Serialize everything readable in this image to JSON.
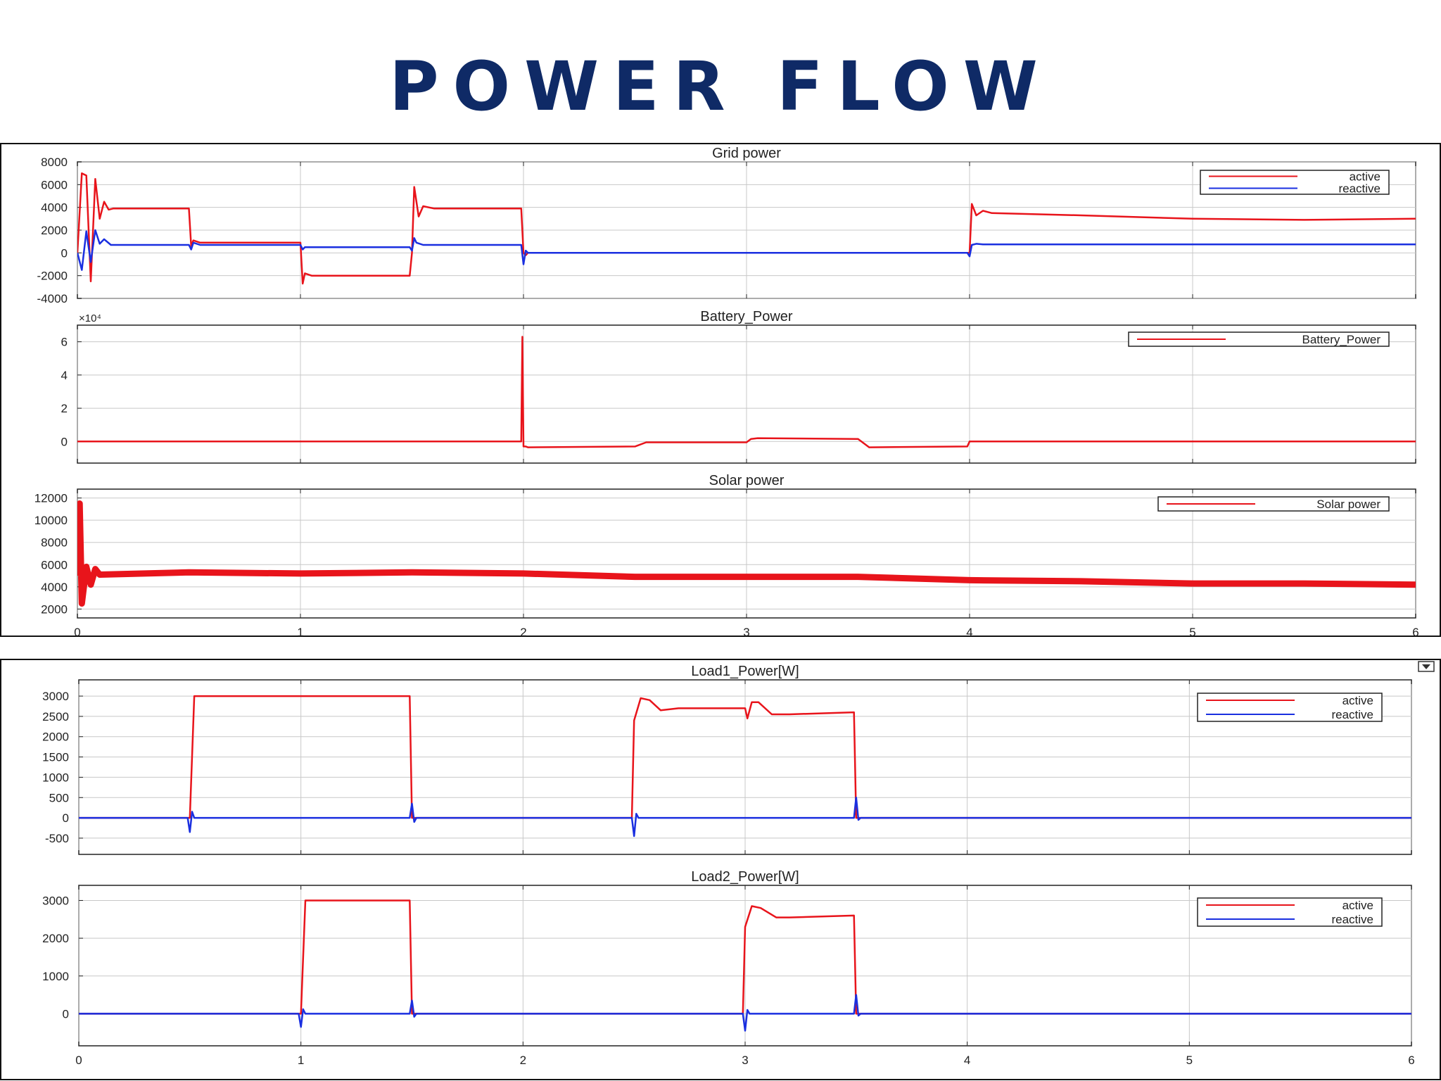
{
  "slide": {
    "title": "POWER FLOW"
  },
  "colors": {
    "active": "#e8141b",
    "reactive": "#1a2fe0",
    "title": "#0f2a66"
  },
  "chart_data": [
    {
      "type": "line",
      "title": "Grid power",
      "xlim": [
        0,
        6
      ],
      "ylim": [
        -4000,
        8000
      ],
      "yticks": [
        -4000,
        -2000,
        0,
        2000,
        4000,
        6000,
        8000
      ],
      "ytick_labels": [
        "-4000",
        "-2000",
        "0",
        "2000",
        "4000",
        "6000",
        "8000"
      ],
      "xticks": [
        0,
        1,
        2,
        3,
        4,
        5,
        6
      ],
      "grid": true,
      "legend": "top-right",
      "series": [
        {
          "name": "active",
          "color": "#e8141b",
          "x": [
            0,
            0.02,
            0.04,
            0.06,
            0.08,
            0.1,
            0.12,
            0.14,
            0.16,
            0.5,
            0.51,
            0.52,
            0.55,
            1.0,
            1.01,
            1.02,
            1.05,
            1.49,
            1.5,
            1.51,
            1.53,
            1.55,
            1.6,
            1.99,
            2.0,
            2.01,
            2.02,
            3.99,
            4.0,
            4.01,
            4.03,
            4.06,
            4.1,
            4.5,
            5.0,
            5.5,
            6.0
          ],
          "y": [
            0,
            7000,
            6800,
            -2500,
            6500,
            3000,
            4500,
            3800,
            3900,
            3900,
            600,
            1100,
            900,
            900,
            -2700,
            -1800,
            -2000,
            -2000,
            0,
            5800,
            3200,
            4100,
            3900,
            3900,
            0,
            -200,
            0,
            0,
            0,
            4300,
            3300,
            3700,
            3500,
            3300,
            3000,
            2900,
            3000
          ]
        },
        {
          "name": "reactive",
          "color": "#1a2fe0",
          "x": [
            0,
            0.02,
            0.04,
            0.06,
            0.08,
            0.1,
            0.12,
            0.15,
            0.5,
            0.51,
            0.52,
            0.55,
            1.0,
            1.01,
            1.02,
            1.05,
            1.49,
            1.5,
            1.51,
            1.52,
            1.55,
            1.99,
            2.0,
            2.01,
            2.02,
            3.99,
            4.0,
            4.01,
            4.03,
            4.06,
            6.0
          ],
          "y": [
            0,
            -1500,
            1900,
            -800,
            2000,
            800,
            1200,
            700,
            700,
            300,
            900,
            700,
            700,
            300,
            500,
            500,
            500,
            200,
            1300,
            900,
            700,
            700,
            -1000,
            200,
            0,
            0,
            -300,
            700,
            800,
            750,
            750
          ]
        }
      ]
    },
    {
      "type": "line",
      "title": "Battery_Power",
      "exponent_label": "×10⁴",
      "xlim": [
        0,
        6
      ],
      "ylim": [
        -1.3,
        7
      ],
      "yticks": [
        0,
        2,
        4,
        6
      ],
      "ytick_labels": [
        "0",
        "2",
        "4",
        "6"
      ],
      "xticks": [
        0,
        1,
        2,
        3,
        4,
        5,
        6
      ],
      "grid": true,
      "legend": "top-right",
      "series": [
        {
          "name": "Battery_Power",
          "color": "#e8141b",
          "x": [
            0,
            1.99,
            1.995,
            2.0,
            2.01,
            2.02,
            2.5,
            2.55,
            3.0,
            3.02,
            3.05,
            3.5,
            3.55,
            3.99,
            4.0,
            4.01,
            6.0
          ],
          "y": [
            0,
            0,
            6.3,
            -0.3,
            -0.3,
            -0.35,
            -0.3,
            -0.05,
            -0.05,
            0.15,
            0.2,
            0.15,
            -0.35,
            -0.3,
            0,
            0,
            0
          ]
        }
      ]
    },
    {
      "type": "line",
      "title": "Solar power",
      "xlim": [
        0,
        6
      ],
      "ylim": [
        1200,
        12800
      ],
      "yticks": [
        2000,
        4000,
        6000,
        8000,
        10000,
        12000
      ],
      "ytick_labels": [
        "2000",
        "4000",
        "6000",
        "8000",
        "10000",
        "12000"
      ],
      "xticks": [
        0,
        1,
        2,
        3,
        4,
        5,
        6
      ],
      "xtick_labels": [
        "0",
        "1",
        "2",
        "3",
        "4",
        "5",
        "6"
      ],
      "grid": true,
      "legend": "top-right",
      "series": [
        {
          "name": "Solar power",
          "color": "#e8141b",
          "x": [
            0,
            0.01,
            0.02,
            0.04,
            0.06,
            0.08,
            0.1,
            0.5,
            1.0,
            1.5,
            2.0,
            2.5,
            3.0,
            3.5,
            4.0,
            4.5,
            5.0,
            5.5,
            6.0
          ],
          "y": [
            5000,
            11500,
            2500,
            5800,
            4200,
            5600,
            5100,
            5300,
            5200,
            5300,
            5200,
            4900,
            4900,
            4900,
            4600,
            4500,
            4300,
            4300,
            4200
          ]
        }
      ]
    },
    {
      "type": "line",
      "title": "Load1_Power[W]",
      "xlim": [
        0,
        6
      ],
      "ylim": [
        -900,
        3400
      ],
      "yticks": [
        -500,
        0,
        500,
        1000,
        1500,
        2000,
        2500,
        3000
      ],
      "ytick_labels": [
        "-500",
        "0",
        "500",
        "1000",
        "1500",
        "2000",
        "2500",
        "3000"
      ],
      "xticks": [
        0,
        1,
        2,
        3,
        4,
        5,
        6
      ],
      "grid": true,
      "legend": "top-right",
      "series": [
        {
          "name": "active",
          "color": "#e8141b",
          "x": [
            0,
            0.49,
            0.5,
            0.52,
            1.49,
            1.5,
            1.52,
            2.49,
            2.5,
            2.53,
            2.57,
            2.62,
            2.7,
            3.0,
            3.01,
            3.03,
            3.06,
            3.12,
            3.2,
            3.49,
            3.5,
            3.52,
            6.0
          ],
          "y": [
            0,
            0,
            0,
            3000,
            3000,
            0,
            0,
            0,
            2400,
            2950,
            2900,
            2650,
            2700,
            2700,
            2450,
            2850,
            2850,
            2550,
            2550,
            2600,
            0,
            0,
            0
          ]
        },
        {
          "name": "reactive",
          "color": "#1a2fe0",
          "x": [
            0,
            0.49,
            0.5,
            0.51,
            0.52,
            1.49,
            1.5,
            1.51,
            1.52,
            2.49,
            2.5,
            2.51,
            2.52,
            3.49,
            3.5,
            3.51,
            3.52,
            6.0
          ],
          "y": [
            0,
            0,
            -350,
            150,
            0,
            0,
            350,
            -100,
            0,
            0,
            -450,
            100,
            0,
            0,
            500,
            -50,
            0,
            0
          ]
        }
      ]
    },
    {
      "type": "line",
      "title": "Load2_Power[W]",
      "xlim": [
        0,
        6
      ],
      "ylim": [
        -850,
        3400
      ],
      "yticks": [
        0,
        1000,
        2000,
        3000
      ],
      "ytick_labels": [
        "0",
        "1000",
        "2000",
        "3000"
      ],
      "xticks": [
        0,
        1,
        2,
        3,
        4,
        5,
        6
      ],
      "xtick_labels": [
        "0",
        "1",
        "2",
        "3",
        "4",
        "5",
        "6"
      ],
      "grid": true,
      "legend": "top-right",
      "series": [
        {
          "name": "active",
          "color": "#e8141b",
          "x": [
            0,
            0.99,
            1.0,
            1.02,
            1.49,
            1.5,
            1.52,
            2.99,
            3.0,
            3.03,
            3.07,
            3.14,
            3.2,
            3.49,
            3.5,
            3.52,
            6.0
          ],
          "y": [
            0,
            0,
            0,
            3000,
            3000,
            0,
            0,
            0,
            2300,
            2850,
            2800,
            2550,
            2550,
            2600,
            0,
            0,
            0
          ]
        },
        {
          "name": "reactive",
          "color": "#1a2fe0",
          "x": [
            0,
            0.99,
            1.0,
            1.01,
            1.02,
            1.49,
            1.5,
            1.51,
            1.52,
            2.99,
            3.0,
            3.01,
            3.02,
            3.49,
            3.5,
            3.51,
            3.52,
            6.0
          ],
          "y": [
            0,
            0,
            -350,
            120,
            0,
            0,
            350,
            -80,
            0,
            0,
            -450,
            100,
            0,
            0,
            500,
            -50,
            0,
            0
          ]
        }
      ]
    }
  ]
}
